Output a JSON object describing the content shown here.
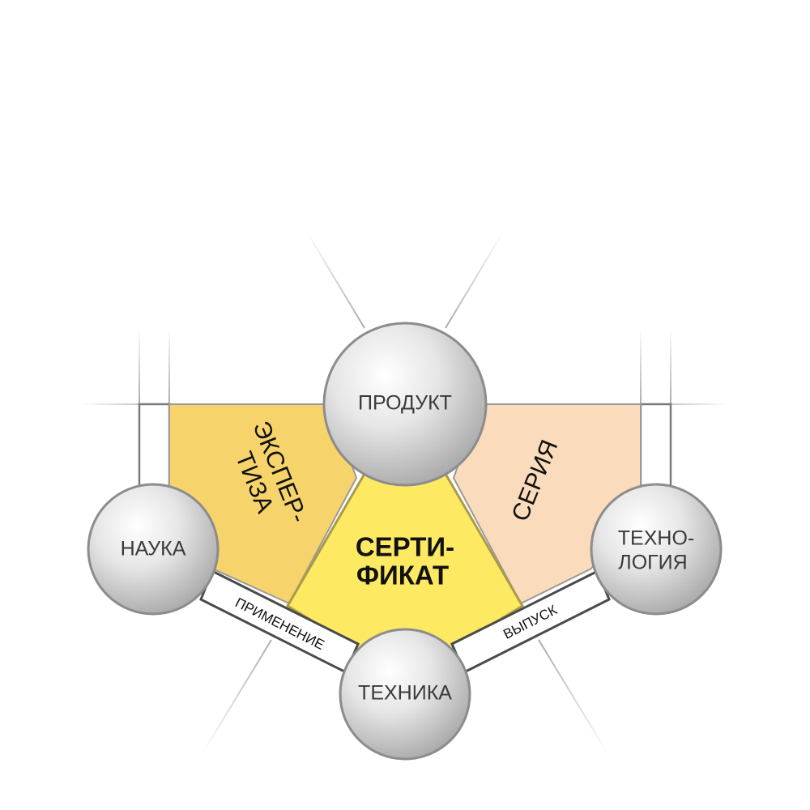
{
  "nodes": {
    "product": {
      "label": "ПРОДУКТ"
    },
    "science": {
      "label": "НАУКА"
    },
    "technology": {
      "line1": "ТЕХНО-",
      "line2": "ЛОГИЯ"
    },
    "technique": {
      "label": "ТЕХНИКА"
    }
  },
  "regions": {
    "expertise": {
      "line1": "ЭКСПЕР-",
      "line2": "ТИЗА"
    },
    "series": {
      "label": "СЕРИЯ"
    },
    "certificate": {
      "line1": "СЕРТИ-",
      "line2": "ФИКАТ"
    }
  },
  "links": {
    "application": {
      "label": "ПРИМЕНЕНИЕ"
    },
    "release": {
      "label": "ВЫПУСК"
    }
  },
  "colors": {
    "expertise_fill": "#f7d46b",
    "series_fill": "#fadcbc",
    "certificate_fill": "#fde962",
    "region_border": "#9a9a9a",
    "certificate_border": "#aa9a4a",
    "node_stroke": "#8c8c8c",
    "band_stroke": "#4a4a4a"
  }
}
